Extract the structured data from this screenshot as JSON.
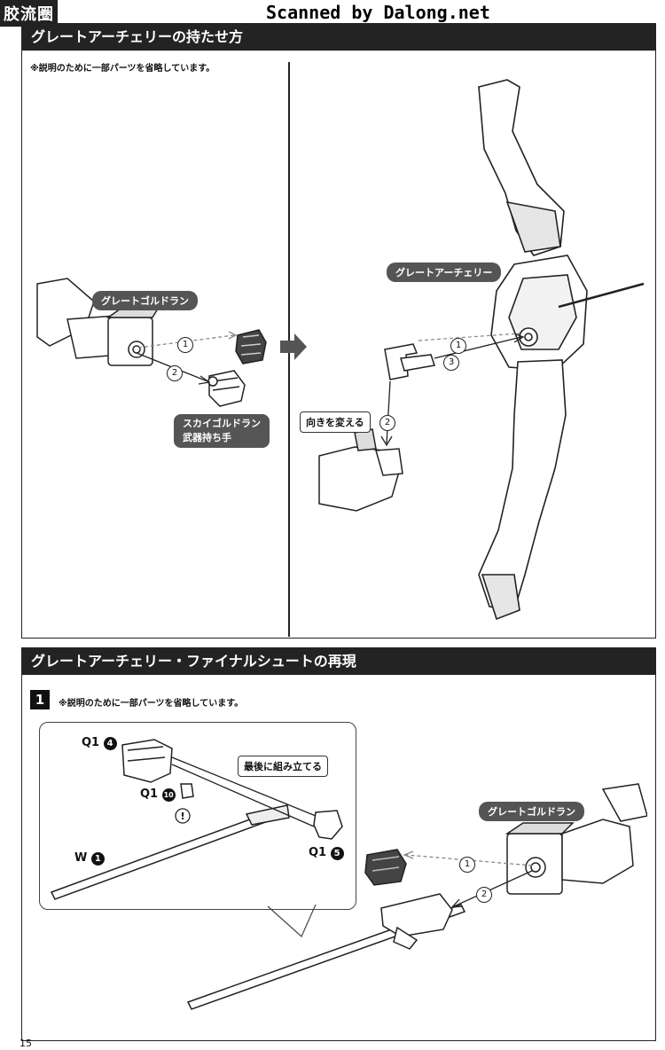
{
  "watermark": {
    "site_left": "胶流圈",
    "scanned_by": "Scanned by Dalong.net"
  },
  "section1": {
    "title": "グレートアーチェリーの持たせ方",
    "note": "※説明のために一部パーツを省略しています。",
    "left_panel": {
      "label_main": "グレートゴルドラン",
      "label_hand_line1": "スカイゴルドラン",
      "label_hand_line2": "武器持ち手",
      "step1": "1",
      "step2": "2"
    },
    "right_panel": {
      "label_bow": "グレートアーチェリー",
      "callout_rotate": "向きを変える",
      "step1": "1",
      "step2": "2",
      "step3": "3"
    }
  },
  "section2": {
    "title": "グレートアーチェリー・ファイナルシュートの再現",
    "step_number": "1",
    "note": "※説明のために一部パーツを省略しています。",
    "callout_last": "最後に組み立てる",
    "parts": {
      "q1_4": "Q1",
      "q1_4_num": "4",
      "q1_10": "Q1",
      "q1_10_num": "10",
      "q1_5": "Q1",
      "q1_5_num": "5",
      "w1": "W",
      "w1_num": "1"
    },
    "label_main": "グレートゴルドラン",
    "step1": "1",
    "step2": "2"
  },
  "page_number": "15"
}
